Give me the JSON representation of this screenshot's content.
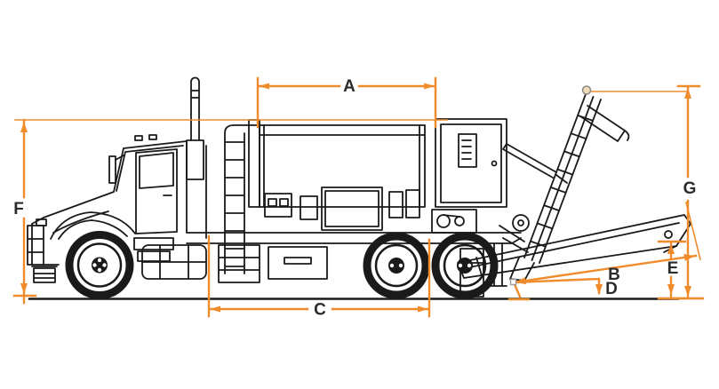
{
  "diagram": {
    "name": "truck-dimension-diagram",
    "illustration": "vacuum-excavator-truck-side-view",
    "background": "#FFFFFF"
  },
  "colors": {
    "dimension_line": "#EF8B2A",
    "drawing_line": "#1A1A1A",
    "ground_line": "#1A1A1A",
    "label_text": "#2B2B2B",
    "marker_fill": "#F3DCB8",
    "marker_stroke": "#8A8A8A"
  },
  "dimension_labels": {
    "A": "A",
    "B": "B",
    "C": "C",
    "D": "D",
    "E": "E",
    "F": "F",
    "G": "G"
  }
}
